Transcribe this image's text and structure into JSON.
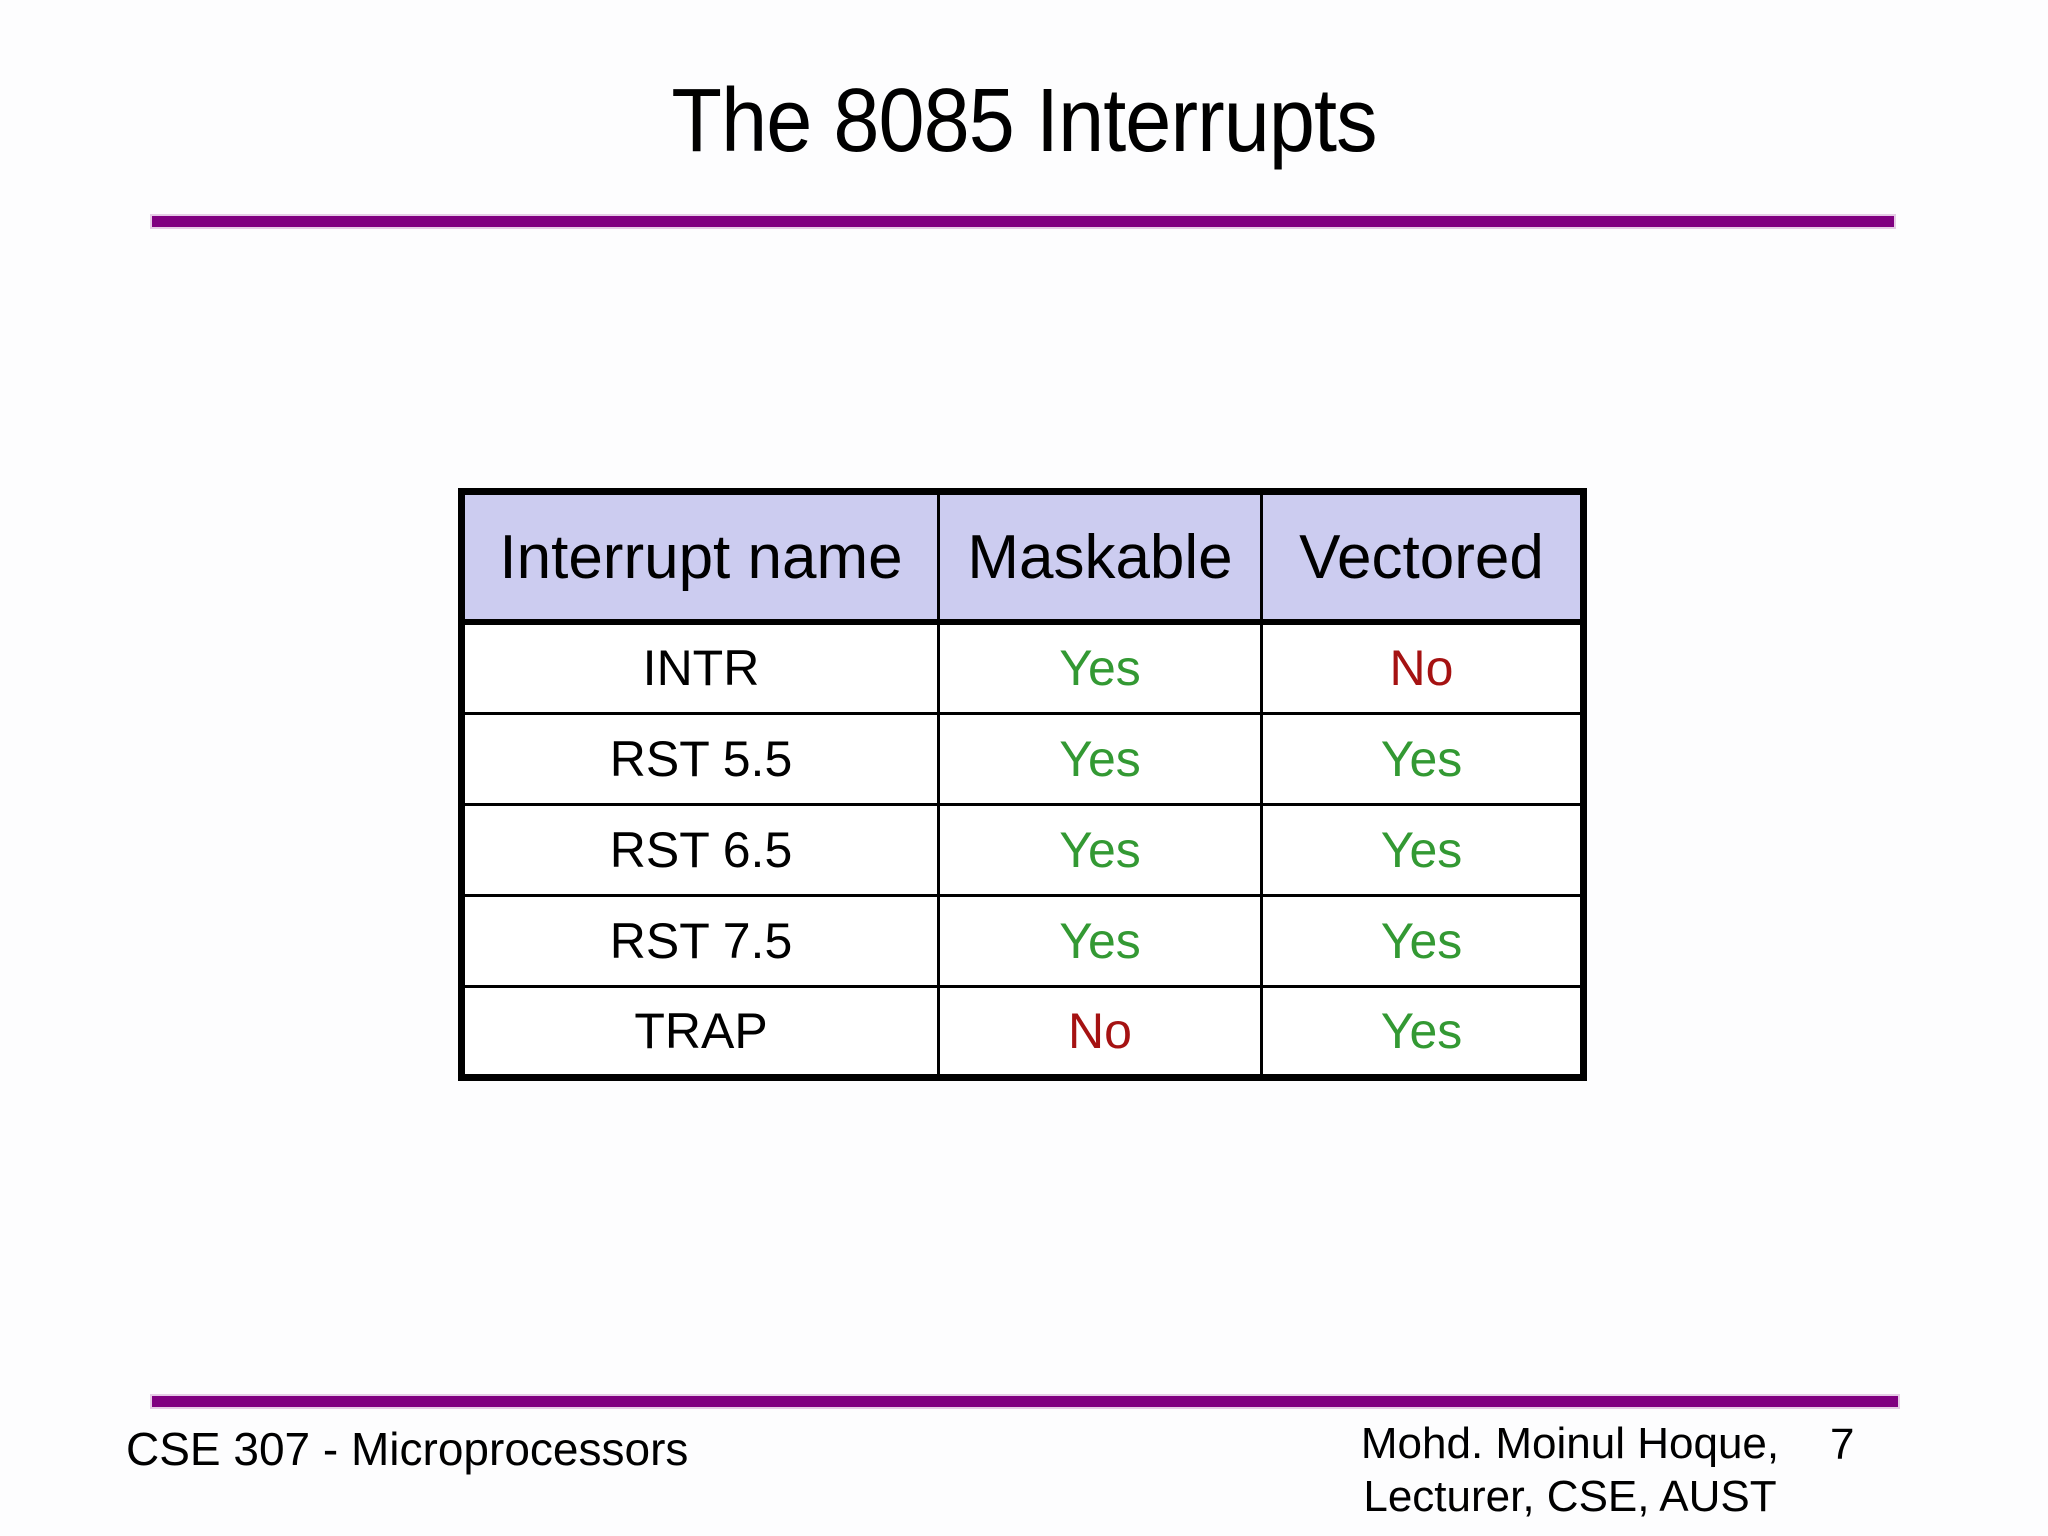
{
  "title": {
    "text": "The 8085 Interrupts"
  },
  "colors": {
    "accent_rule": "#800080",
    "header_bg": "#CCCCF0",
    "yes_green": "#339933",
    "no_red": "#A51212"
  },
  "table": {
    "headers": [
      "Interrupt name",
      "Maskable",
      "Vectored"
    ],
    "rows": [
      {
        "name": "INTR",
        "maskable": {
          "text": "Yes",
          "color": "#339933"
        },
        "vectored": {
          "text": "No",
          "color": "#A51212"
        }
      },
      {
        "name": "RST 5.5",
        "maskable": {
          "text": "Yes",
          "color": "#339933"
        },
        "vectored": {
          "text": "Yes",
          "color": "#339933"
        }
      },
      {
        "name": "RST 6.5",
        "maskable": {
          "text": "Yes",
          "color": "#339933"
        },
        "vectored": {
          "text": "Yes",
          "color": "#339933"
        }
      },
      {
        "name": "RST 7.5",
        "maskable": {
          "text": "Yes",
          "color": "#339933"
        },
        "vectored": {
          "text": "Yes",
          "color": "#339933"
        }
      },
      {
        "name": "TRAP",
        "maskable": {
          "text": "No",
          "color": "#A51212"
        },
        "vectored": {
          "text": "Yes",
          "color": "#339933"
        }
      }
    ]
  },
  "footer": {
    "course": "CSE 307 - Microprocessors",
    "author_line1": "Mohd. Moinul Hoque,",
    "author_line2": "Lecturer, CSE, AUST",
    "page_number": "7"
  }
}
